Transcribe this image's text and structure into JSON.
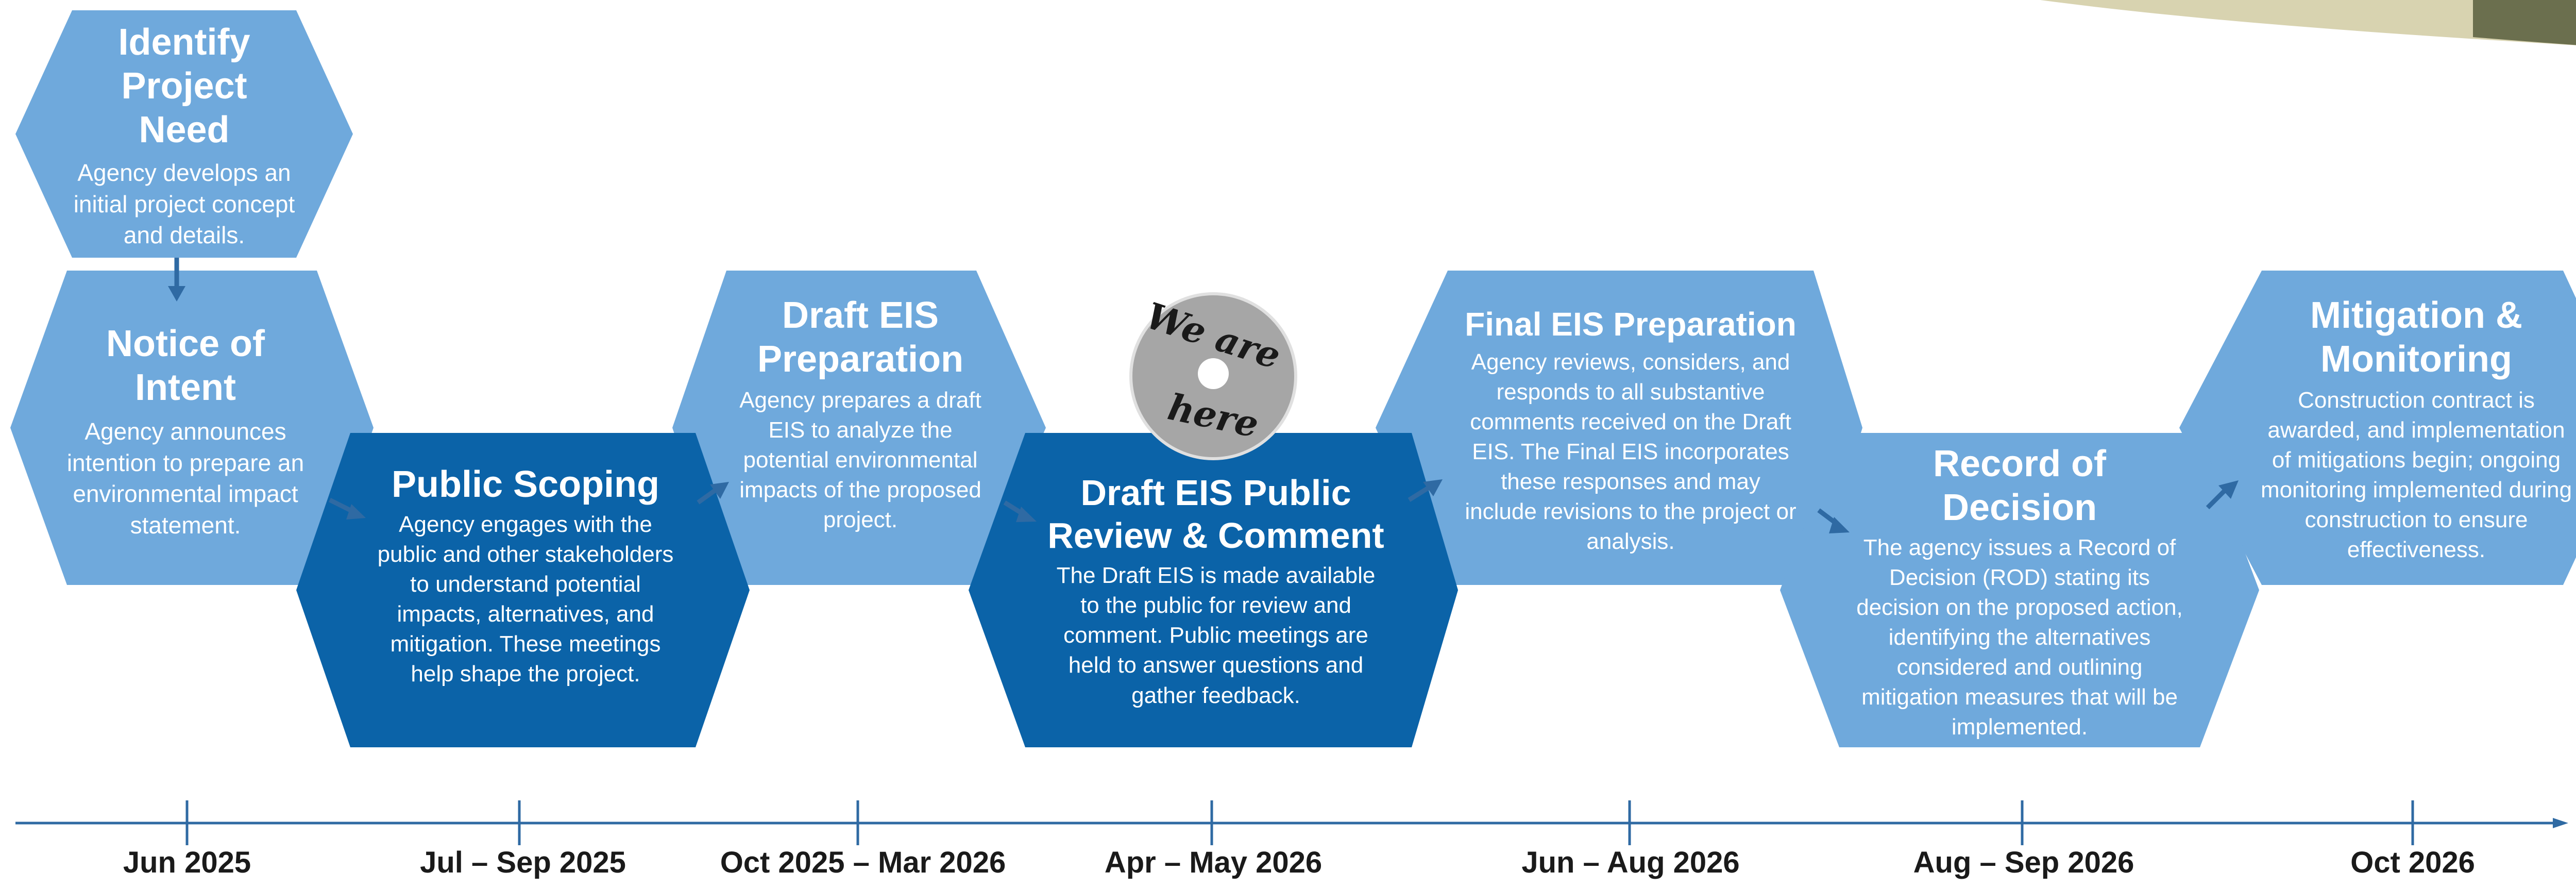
{
  "steps": [
    {
      "title": "Identify Project Need",
      "body": "Agency develops an initial project concept and details."
    },
    {
      "title": "Notice of Intent",
      "body": "Agency announces intention to prepare an environmental impact statement."
    },
    {
      "title": "Public Scoping",
      "body": "Agency engages with the public and other stakeholders to understand potential impacts, alternatives, and mitigation. These meetings help shape the project."
    },
    {
      "title": "Draft EIS Preparation",
      "body": "Agency prepares a draft EIS to analyze the potential environmental impacts of the proposed project."
    },
    {
      "title": "Draft EIS Public Review & Comment",
      "body": "The Draft EIS is made available to the public for review and comment. Public meetings are held to answer questions and gather feedback."
    },
    {
      "title": "Final EIS Preparation",
      "body": "Agency reviews, considers, and responds to all substantive comments received on the Draft EIS. The Final EIS incorporates these responses and may include revisions to the project or analysis."
    },
    {
      "title": "Record of Decision",
      "body": "The agency issues a Record of Decision (ROD) stating its decision on the proposed action, identifying the alternatives considered and outlining mitigation measures that will be implemented."
    },
    {
      "title": "Mitigation & Monitoring",
      "body": "Construction contract is awarded, and implementation of mitigations begin; ongoing monitoring implemented during construction to ensure effectiveness."
    }
  ],
  "badge": {
    "line1": "We are",
    "line2": "here"
  },
  "timeline": {
    "dates": [
      "Jun 2025",
      "Jul – Sep 2025",
      "Oct 2025 – Mar 2026",
      "Apr – May 2026",
      "Jun – Aug 2026",
      "Aug – Sep 2026",
      "Oct 2026"
    ]
  },
  "colors": {
    "light_hex": "#6fa9dc",
    "dark_hex": "#0b63a8",
    "arrow": "#2f6aa3",
    "timeline": "#2f6aa3",
    "badge": "#a6a6a6"
  }
}
